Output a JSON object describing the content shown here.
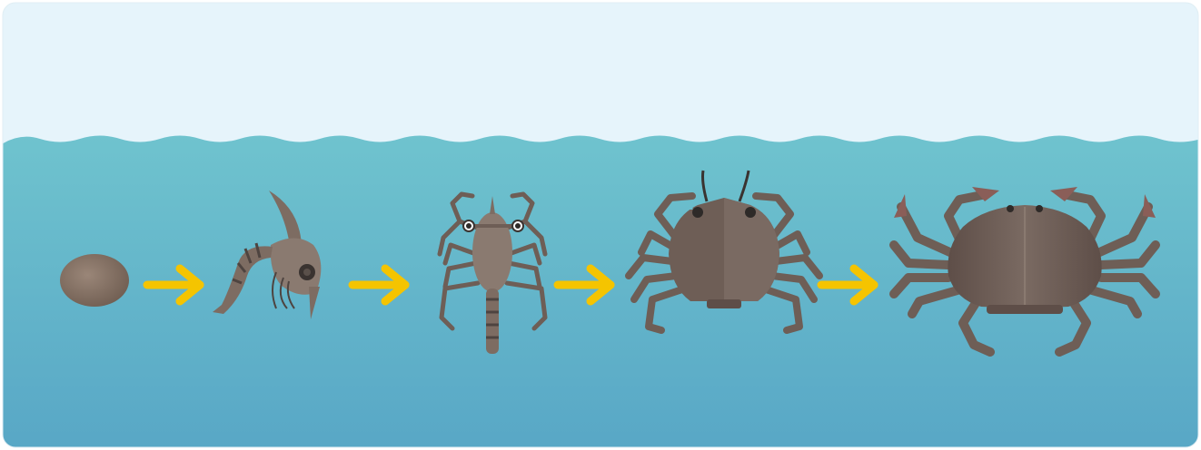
{
  "diagram": {
    "type": "life-cycle",
    "subject": "crab",
    "stages": [
      {
        "id": "egg",
        "icon": "crab-egg-icon"
      },
      {
        "id": "zoea",
        "icon": "zoea-larva-icon"
      },
      {
        "id": "megalopa",
        "icon": "megalopa-larva-icon"
      },
      {
        "id": "juvenile",
        "icon": "juvenile-crab-icon"
      },
      {
        "id": "adult",
        "icon": "adult-crab-icon"
      }
    ],
    "connectors": [
      {
        "from": "egg",
        "to": "zoea",
        "icon": "arrow-right-icon"
      },
      {
        "from": "zoea",
        "to": "megalopa",
        "icon": "arrow-right-icon"
      },
      {
        "from": "megalopa",
        "to": "juvenile",
        "icon": "arrow-right-icon"
      },
      {
        "from": "juvenile",
        "to": "adult",
        "icon": "arrow-right-icon"
      }
    ]
  },
  "colors": {
    "sky": "#e6f4fb",
    "water_top": "#6fc3ce",
    "water_bottom": "#58a7c6",
    "arrow": "#f5c400",
    "shell": "#6e5e56",
    "shell_light": "#8a7a70",
    "eye": "#2e2a28"
  }
}
